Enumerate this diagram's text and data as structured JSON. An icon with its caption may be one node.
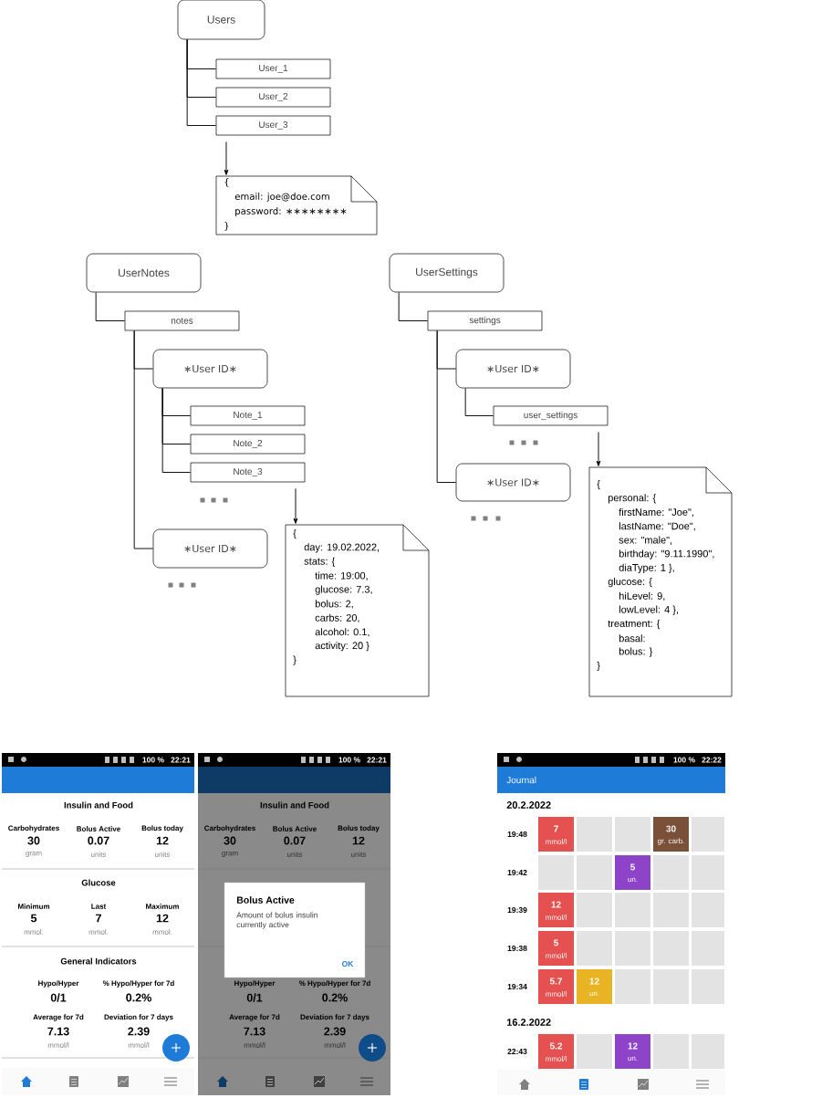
{
  "diagram": {
    "nodes": [
      {
        "text": [
          "Users"
        ]
      },
      {
        "text": [
          "User_1"
        ]
      },
      {
        "text": [
          "User_2"
        ]
      },
      {
        "text": [
          "User_3"
        ]
      },
      {
        "text": [
          "{",
          "email: joe@doe.com",
          "password: ∗∗∗∗∗∗∗∗",
          "}"
        ]
      },
      {
        "text": [
          "UserNotes"
        ]
      },
      {
        "text": [
          "notes"
        ]
      },
      {
        "text": [
          "∗User ID∗"
        ]
      },
      {
        "text": [
          "Note_1"
        ]
      },
      {
        "text": [
          "Note_2"
        ]
      },
      {
        "text": [
          "Note_3"
        ]
      },
      {
        "text": [
          "∗User ID∗"
        ]
      },
      {
        "text": [
          "{",
          "day: 19.02.2022,",
          "stats: {",
          "time: 19:00,",
          "glucose: 7.3,",
          "bolus: 2,",
          "carbs: 20,",
          "alcohol: 0.1,",
          "activity: 20 }",
          "}"
        ]
      },
      {
        "text": [
          "UserSettings"
        ]
      },
      {
        "text": [
          "settings"
        ]
      },
      {
        "text": [
          "∗User ID∗"
        ]
      },
      {
        "text": [
          "user_settings"
        ]
      },
      {
        "text": [
          "∗User ID∗"
        ]
      },
      {
        "text": [
          "{",
          "personal: {",
          "firstName: \"Joe\",",
          "lastName: \"Doe\",",
          "sex: \"male\",",
          "birthday: \"9.11.1990\",",
          "diaType: 1 },",
          "glucose: {",
          "hiLevel: 9,",
          "lowLevel: 4 },",
          "treatment: {",
          "basal:",
          "bolus: }",
          "}"
        ]
      }
    ],
    "edges": [
      {
        "from": 0,
        "to": 1,
        "arrow": "none"
      },
      {
        "from": 0,
        "to": 2,
        "arrow": "none"
      },
      {
        "from": 0,
        "to": 3,
        "arrow": "none"
      },
      {
        "from": 3,
        "to": 4,
        "arrow": "to"
      },
      {
        "from": 5,
        "to": 6,
        "arrow": "none"
      },
      {
        "from": 6,
        "to": 7,
        "arrow": "none"
      },
      {
        "from": 7,
        "to": 8,
        "arrow": "none"
      },
      {
        "from": 7,
        "to": 9,
        "arrow": "none"
      },
      {
        "from": 7,
        "to": 10,
        "arrow": "none"
      },
      {
        "from": 6,
        "to": 11,
        "arrow": "none"
      },
      {
        "from": 10,
        "to": 12,
        "arrow": "to"
      },
      {
        "from": 13,
        "to": 14,
        "arrow": "none"
      },
      {
        "from": 14,
        "to": 15,
        "arrow": "none"
      },
      {
        "from": 15,
        "to": 16,
        "arrow": "none"
      },
      {
        "from": 14,
        "to": 17,
        "arrow": "none"
      },
      {
        "from": 16,
        "to": 18,
        "arrow": "to"
      }
    ],
    "labels": [
      "100 %",
      "22:21",
      "Insulin and Food",
      "Carbohydrates",
      "Bolus Active",
      "Bolus today",
      "30",
      "0.07",
      "12",
      "gram",
      "units",
      "units",
      "Glucose",
      "Minimum",
      "Last",
      "Maximum",
      "5",
      "7",
      "12",
      "mmol.",
      "mmol.",
      "mmol.",
      "General Indicators",
      "Hypo/Hyper",
      "% Hypo/Hyper for 7d",
      "0/1",
      "0.2%",
      "Average for 7d",
      "Deviation for 7 days",
      "7.13",
      "2.39",
      "mmol/l",
      "mmol/l",
      "100 %",
      "22:21",
      "Insulin and Food",
      "Carbohydrates",
      "Bolus Active",
      "Bolus today",
      "30",
      "0.07",
      "12",
      "gram",
      "units",
      "units",
      "Bolus Active",
      "Amount of bolus insulin currently active",
      "OK",
      "Hypo/Hyper",
      "% Hypo/Hyper for 7d",
      "0/1",
      "0.2%",
      "Average for 7d",
      "Deviation for 7 days",
      "7.13",
      "2.39",
      "mmol/l",
      "mmol/l",
      "100 %",
      "22:22",
      "Journal",
      "20.2.2022",
      "19:48",
      "7",
      "mmol/l",
      "30",
      "gr. carb.",
      "19:42",
      "5",
      "un.",
      "19:39",
      "12",
      "mmol/l",
      "19:38",
      "5",
      "mmol/l",
      "19:34",
      "5.7",
      "mmol/l",
      "12",
      "un.",
      "16.2.2022",
      "22:43",
      "5.2",
      "mmol/l",
      "12",
      "un."
    ]
  }
}
